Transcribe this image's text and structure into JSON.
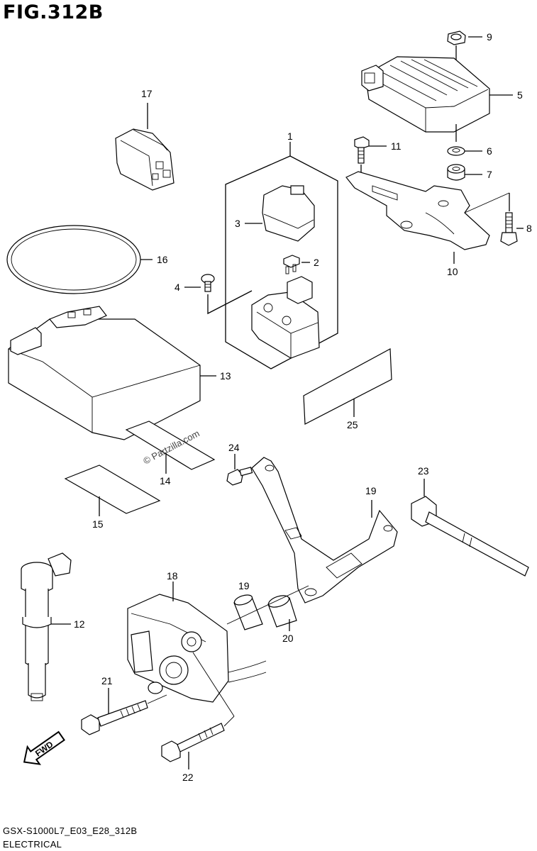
{
  "figure": {
    "title": "FIG.312B",
    "model_code": "GSX-S1000L7_E03_E28_312B",
    "section": "ELECTRICAL",
    "watermark": "© Partzilla.com",
    "fwd_badge": "FWD"
  },
  "callouts": [
    "1",
    "2",
    "3",
    "4",
    "5",
    "6",
    "7",
    "8",
    "9",
    "10",
    "11",
    "12",
    "13",
    "14",
    "15",
    "16",
    "17",
    "18",
    "19",
    "19",
    "20",
    "21",
    "22",
    "23",
    "24",
    "25"
  ]
}
